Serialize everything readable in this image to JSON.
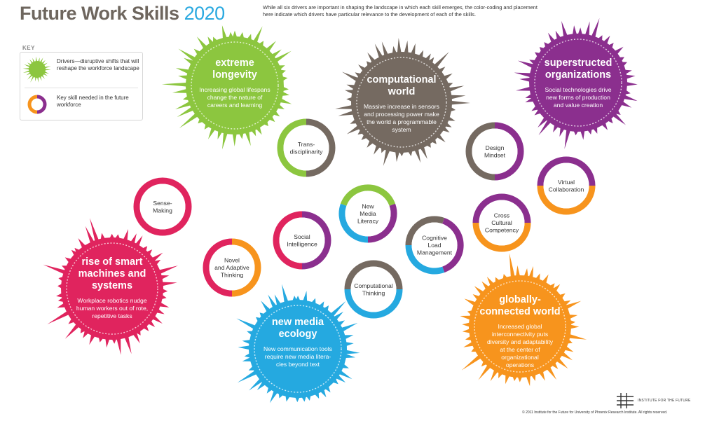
{
  "header": {
    "title_main": "Future Work Skills",
    "title_year": "2020",
    "intro": "While all six drivers are important in shaping the landscape in which each skill emerges, the color-coding and placement here indicate which drivers have particular relevance to the development of each of the skills."
  },
  "key": {
    "label": "KEY",
    "driver_text": "Drivers—disruptive shifts that will reshape the workforce landscape",
    "skill_text": "Key skill needed in the future workforce"
  },
  "drivers": [
    {
      "id": "longevity",
      "title": [
        "extreme",
        "longevity"
      ],
      "desc": [
        "Increasing global lifespans",
        "change the nature of",
        "careers and learning"
      ],
      "color": "#8cc63f"
    },
    {
      "id": "computational",
      "title": [
        "computational",
        "world"
      ],
      "desc": [
        "Massive increase in sensors",
        "and processing power make",
        "the world a programmable",
        "system"
      ],
      "color": "#756a61"
    },
    {
      "id": "superstructed",
      "title": [
        "superstructed",
        "organizations"
      ],
      "desc": [
        "Social technologies drive",
        "new forms of production",
        "and value creation"
      ],
      "color": "#8b2f8e"
    },
    {
      "id": "smart_machines",
      "title": [
        "rise of smart",
        "machines and",
        "systems"
      ],
      "desc": [
        "Workplace robotics nudge",
        "human workers out of rote,",
        "repetitive tasks"
      ],
      "color": "#e0245e"
    },
    {
      "id": "media_ecology",
      "title": [
        "new media",
        "ecology"
      ],
      "desc": [
        "New communication tools",
        "require new media litera-",
        "cies beyond text"
      ],
      "color": "#25a9e0"
    },
    {
      "id": "globally",
      "title": [
        "globally-",
        "connected world"
      ],
      "desc": [
        "Increased global",
        "interconnectivity puts",
        "diversity and adaptability",
        "at the center of",
        "organizational",
        "operations"
      ],
      "color": "#f7941d"
    }
  ],
  "skills": [
    {
      "id": "transdisciplinarity",
      "label": [
        "Trans-",
        "disciplinarity"
      ]
    },
    {
      "id": "design_mindset",
      "label": [
        "Design",
        "Mindset"
      ]
    },
    {
      "id": "virtual_collaboration",
      "label": [
        "Virtual",
        "Collaboration"
      ]
    },
    {
      "id": "sense_making",
      "label": [
        "Sense-",
        "Making"
      ]
    },
    {
      "id": "new_media_literacy",
      "label": [
        "New",
        "Media",
        "Literacy"
      ]
    },
    {
      "id": "cross_cultural",
      "label": [
        "Cross",
        "Cultural",
        "Competency"
      ]
    },
    {
      "id": "social_intelligence",
      "label": [
        "Social",
        "Intelligence"
      ]
    },
    {
      "id": "cognitive_load",
      "label": [
        "Cognitive",
        "Load",
        "Management"
      ]
    },
    {
      "id": "novel_thinking",
      "label": [
        "Novel",
        "and Adaptive",
        "Thinking"
      ]
    },
    {
      "id": "computational_thinking",
      "label": [
        "Computational",
        "Thinking"
      ]
    }
  ],
  "footer": {
    "org": "INSTITUTE FOR THE FUTURE",
    "copyright": "© 2011 Institute for the Future for University of Phoenix Research Institute. All rights reserved."
  }
}
